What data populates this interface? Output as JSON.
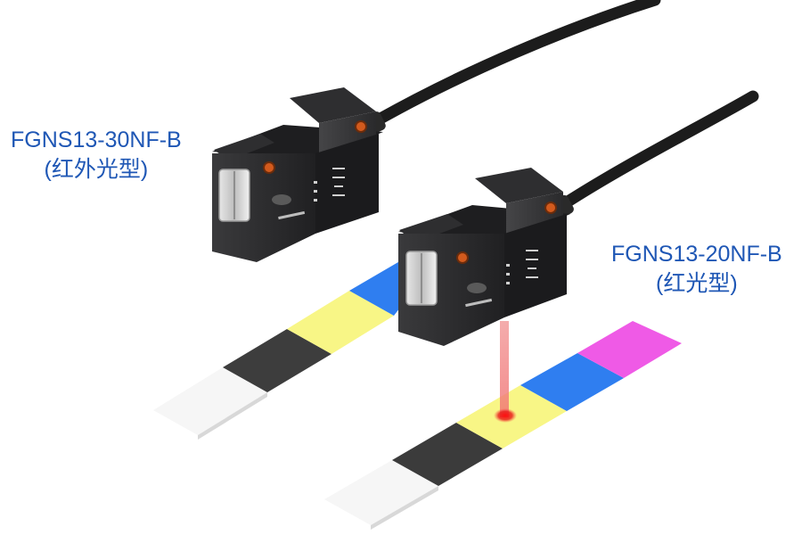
{
  "products": [
    {
      "model": "FGNS13-30NF-B",
      "type": "(红外光型)"
    },
    {
      "model": "FGNS13-20NF-B",
      "type": "(红光型)"
    }
  ],
  "colors": {
    "label_text": "#1f57b5",
    "sensor_body": "#2b2b2d",
    "cable": "#1c1c1c",
    "led_indicator": "#d25a1d",
    "red_beam": "#f08a8a",
    "strip_white": "#f6f6f6",
    "strip_black": "#3b3b3b",
    "strip_yellow": "#f8f686",
    "strip_blue": "#2f7ef0",
    "strip_magenta": "#ef5ae6"
  }
}
